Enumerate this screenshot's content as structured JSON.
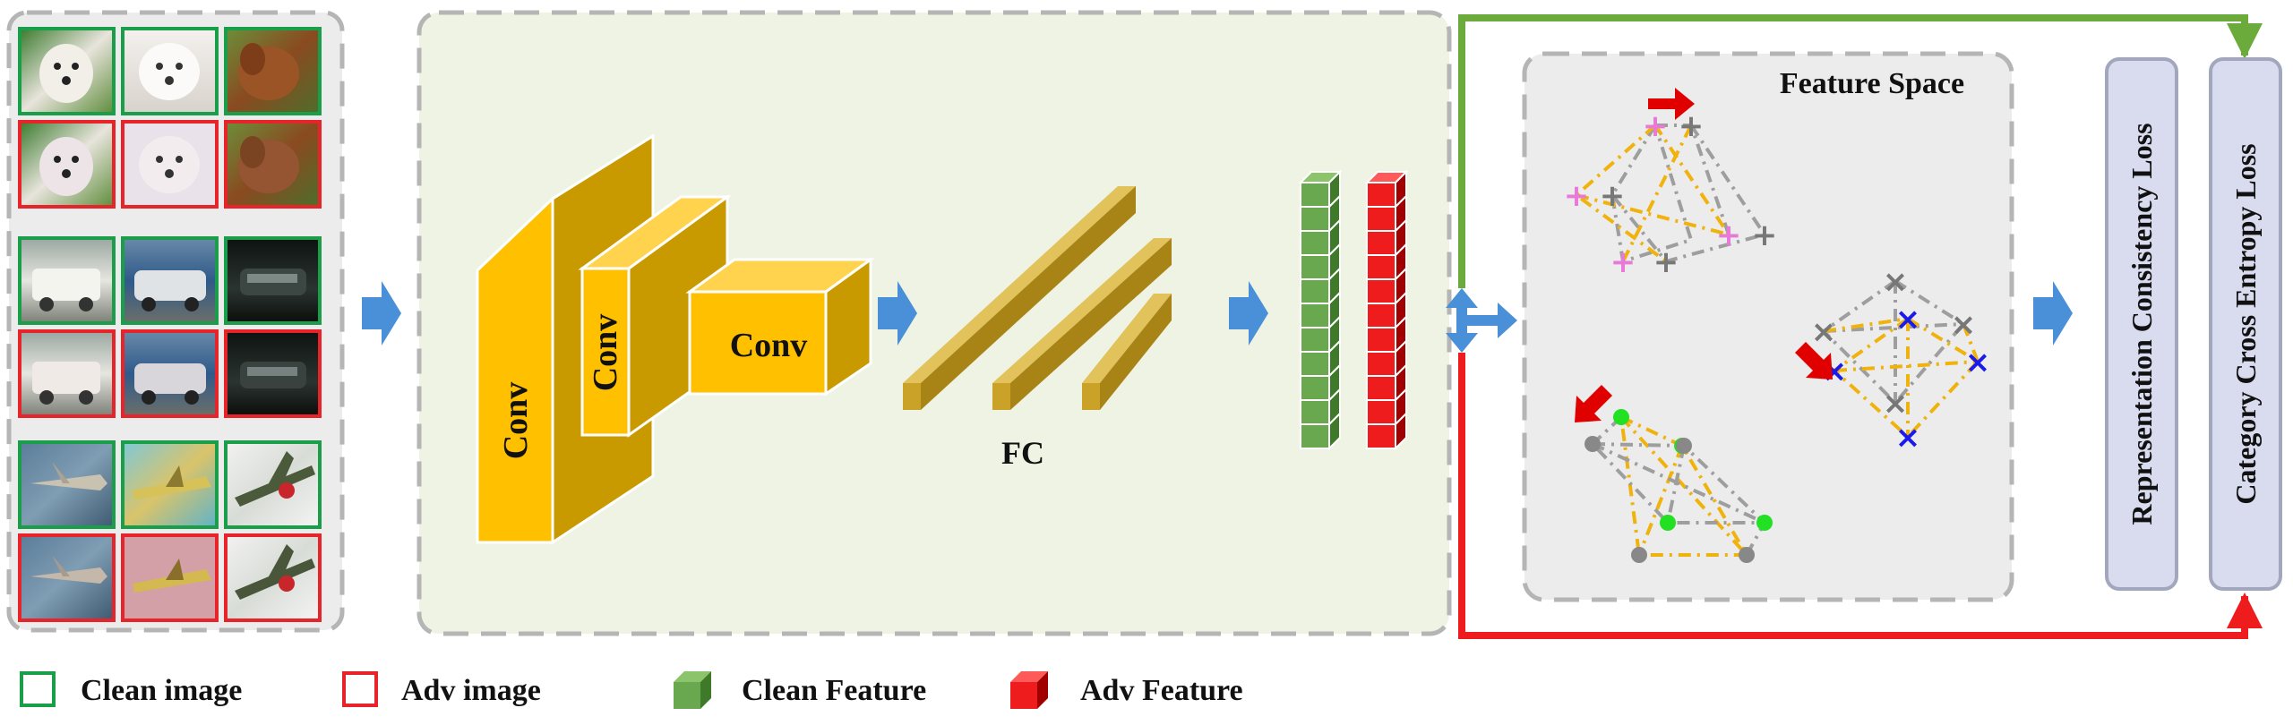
{
  "labels": {
    "conv_1": "Conv",
    "conv_2": "Conv",
    "conv_3": "Conv",
    "fc": "FC",
    "feature_space": "Feature Space",
    "rep_loss": "Representation Consistency Loss",
    "ce_loss": "Category Cross Entropy Loss"
  },
  "legend": [
    {
      "label": "Clean image",
      "color": "#1a9e4a",
      "kind": "square"
    },
    {
      "label": "Adv image",
      "color": "#e8242b",
      "kind": "square"
    },
    {
      "label": "Clean Feature",
      "color": "#6aa84f",
      "kind": "cube"
    },
    {
      "label": "Adv Feature",
      "color": "#ee1c1c",
      "kind": "cube"
    }
  ],
  "colors": {
    "clean_border": "#1a9e4a",
    "adv_border": "#e8242b",
    "conv_face": "#ffc000",
    "conv_side": "#c99a00",
    "fc_face": "#c9a227",
    "clean_feature": "#6aa84f",
    "adv_feature": "#ee1c1c",
    "arrow_blue": "#4a90d9",
    "green_line": "#6aab3c",
    "red_line": "#ee1c1c",
    "loss_box": "#d9dcef"
  },
  "icons": {
    "image_grid": "thumbnail-grid-icon",
    "flow_arrow": "flow-arrow-icon",
    "split_arrow": "split-arrow-icon"
  }
}
